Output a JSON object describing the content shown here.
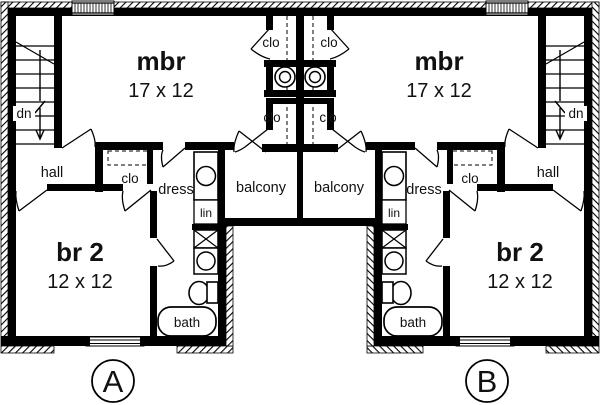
{
  "drawing_type": "duplex-second-floor-plan",
  "labels": {
    "master_bedroom": "mbr",
    "master_bedroom_dims": "17 x 12",
    "bedroom_2": "br 2",
    "bedroom_2_dims": "12 x 12",
    "hall": "hall",
    "closet": "clo",
    "dressing": "dress",
    "linen": "lin",
    "bath": "bath",
    "balcony": "balcony",
    "stairs_down": "dn"
  },
  "unit_badges": {
    "left": "A",
    "right": "B"
  },
  "colors": {
    "wall": "#000000",
    "background": "#ffffff",
    "text": "#111111"
  }
}
